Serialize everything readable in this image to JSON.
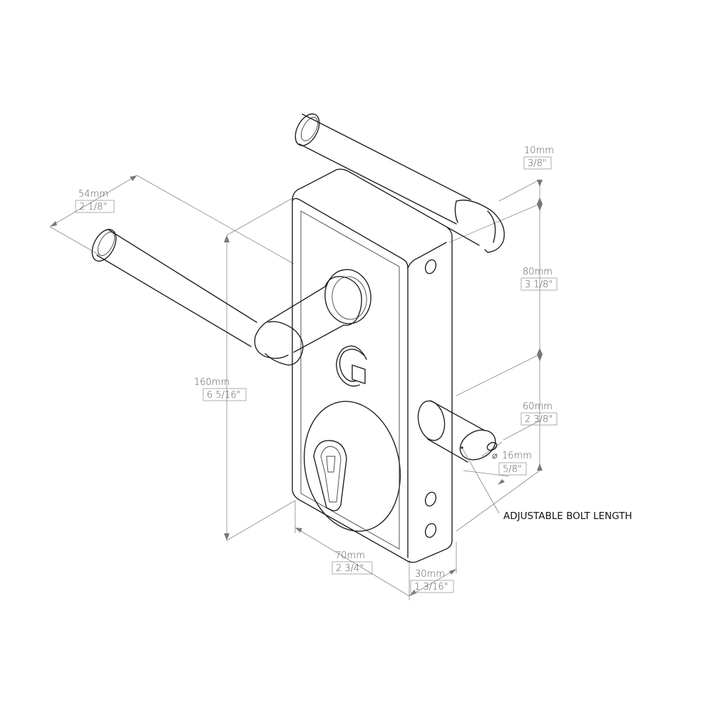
{
  "dimensions": {
    "handle_length": {
      "metric": "54mm",
      "imperial": "2 1/8\""
    },
    "height": {
      "metric": "160mm",
      "imperial": "6 5/16\""
    },
    "width": {
      "metric": "70mm",
      "imperial": "2 3/4\""
    },
    "depth": {
      "metric": "30mm",
      "imperial": "1 3/16\""
    },
    "top_offset": {
      "metric": "10mm",
      "imperial": "3/8\""
    },
    "handle_to_bolt": {
      "metric": "80mm",
      "imperial": "3 1/8\""
    },
    "bolt_projection": {
      "metric": "60mm",
      "imperial": "2 3/8\""
    },
    "bolt_diameter": {
      "metric": "16mm",
      "imperial": "5/8\"",
      "symbol": "⌀"
    }
  },
  "callout": "ADJUSTABLE BOLT LENGTH",
  "colors": {
    "line": "#222222",
    "dimension": "#888888",
    "text": "#555555"
  }
}
